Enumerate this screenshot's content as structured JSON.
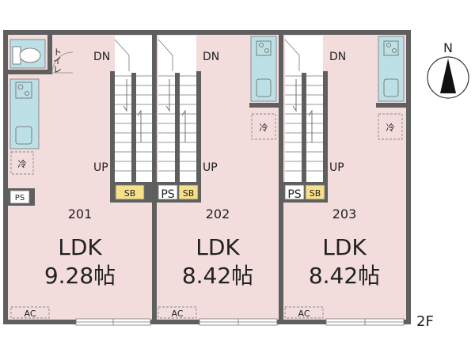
{
  "floor_label": "2F",
  "compass_label": "N",
  "units": [
    {
      "number": "201",
      "room_type": "LDK",
      "area": "9.28帖",
      "stairs_down": "DN",
      "stairs_up": "UP",
      "shoebox": "SB",
      "pipe_space": "PS",
      "aircon": "AC",
      "fridge": "冷",
      "toilet": "トイレ"
    },
    {
      "number": "202",
      "room_type": "LDK",
      "area": "8.42帖",
      "stairs_down": "DN",
      "stairs_up": "UP",
      "shoebox": "SB",
      "pipe_space": "PS",
      "aircon": "AC",
      "fridge": "冷"
    },
    {
      "number": "203",
      "room_type": "LDK",
      "area": "8.42帖",
      "stairs_down": "DN",
      "stairs_up": "UP",
      "shoebox": "SB",
      "pipe_space": "PS",
      "aircon": "AC",
      "fridge": "冷"
    }
  ],
  "colors": {
    "wall": "#5f5f5f",
    "floor": "#f2dcdc",
    "fixture": "#bde0e6",
    "shoebox": "#f7e08a",
    "stairs": "#ffffff"
  }
}
